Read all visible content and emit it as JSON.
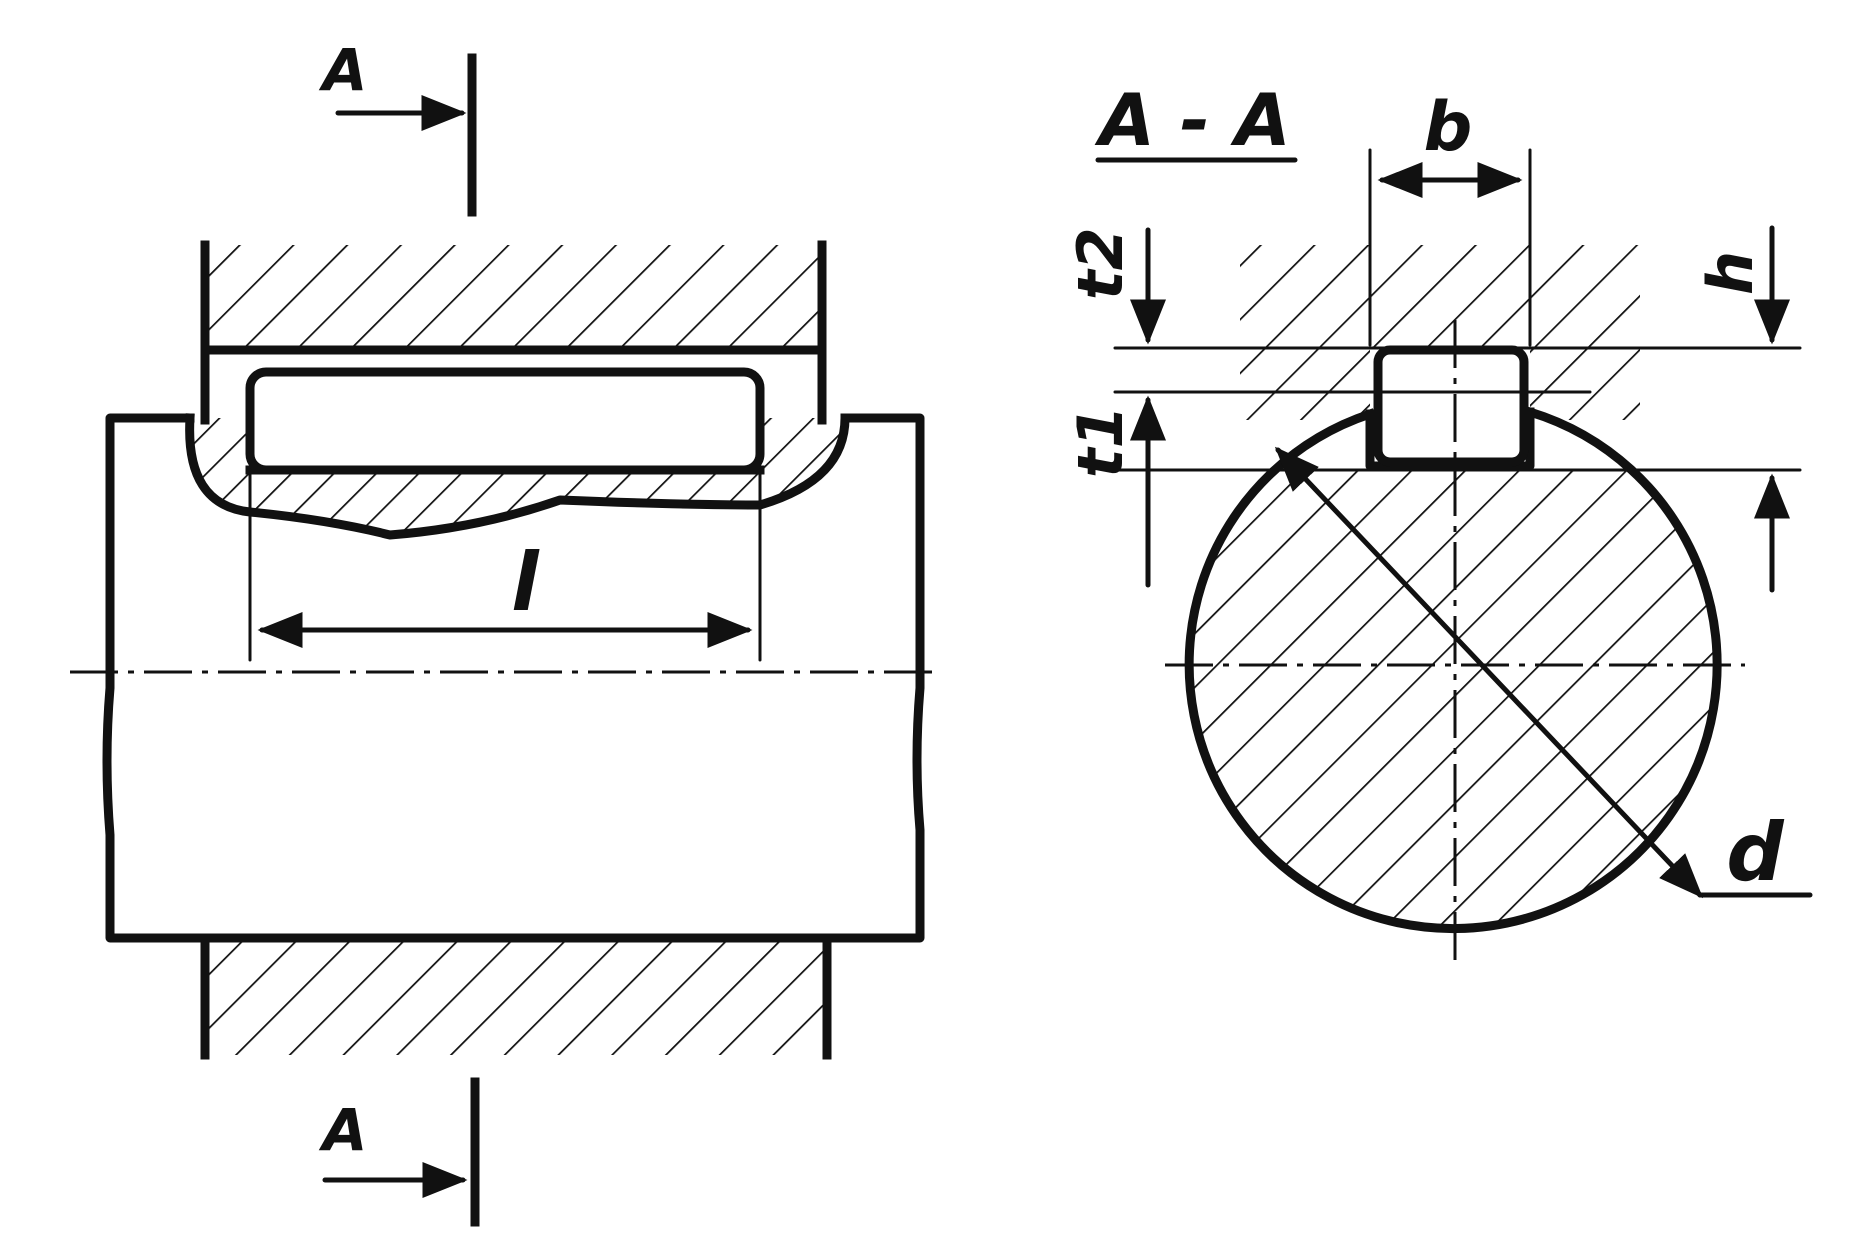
{
  "section_marker": "A",
  "section_title": "A - A",
  "dimensions": {
    "length": "l",
    "width": "b",
    "height": "h",
    "hub_depth": "t2",
    "shaft_depth": "t1",
    "diameter": "d"
  }
}
